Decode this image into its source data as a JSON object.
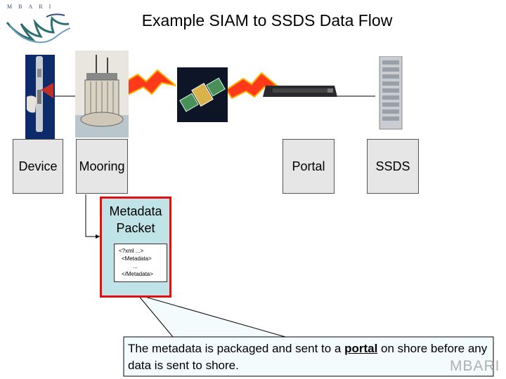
{
  "logo": {
    "text": "MBARI"
  },
  "title": "Example SIAM to SSDS Data Flow",
  "boxes": {
    "device": "Device",
    "mooring": "Mooring",
    "portal": "Portal",
    "ssds": "SSDS"
  },
  "metadata_packet": {
    "title_line1": "Metadata",
    "title_line2": "Packet",
    "xml_lines": [
      "<?xml ...>",
      "<Metadata>",
      "...",
      "</Metadata>"
    ]
  },
  "callout": {
    "part1": "The metadata is packaged and sent to a ",
    "keyword": "portal",
    "part2": " on shore before any data is sent to shore."
  },
  "watermark": "MBARI",
  "colors": {
    "packet_border": "#e01010",
    "packet_fill": "#bfe3e6",
    "callout_fill": "#f4fbfd",
    "lightning": "#ff3a1a"
  }
}
